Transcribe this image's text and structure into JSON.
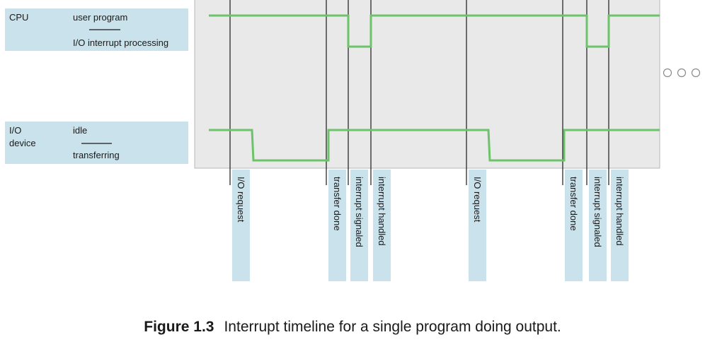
{
  "rows": {
    "cpu": {
      "name": "CPU",
      "high_state": "user program",
      "low_state": "I/O interrupt processing"
    },
    "io": {
      "name_line1": "I/O",
      "name_line2": "device",
      "high_state": "idle",
      "low_state": "transferring"
    }
  },
  "event_labels": [
    "I/O request",
    "transfer done",
    "interrupt signaled",
    "interrupt handled",
    "I/O request",
    "transfer done",
    "interrupt signaled",
    "interrupt handled"
  ],
  "caption": {
    "figure_number": "Figure 1.3",
    "text": "Interrupt timeline for a single program doing output."
  },
  "colors": {
    "signal": "#6cc36a",
    "label_box": "#c9e2ec",
    "plot_background": "#e9e9e9",
    "plot_border": "#b8b8b8"
  },
  "icons": {
    "continuation": "three-hollow-circles"
  }
}
